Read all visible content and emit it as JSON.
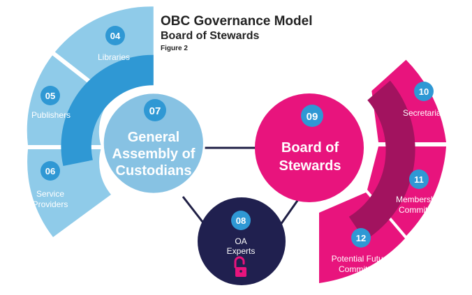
{
  "header": {
    "title": "OBC Governance Model",
    "subtitle": "Board of Stewards",
    "figure_label": "Figure 2"
  },
  "colors": {
    "light_blue": "#8fcbe9",
    "mid_blue": "#2f98d4",
    "assembly_circle": "#87c2e3",
    "magenta": "#e8147d",
    "dark_magenta": "#a2135f",
    "navy": "#20204f",
    "connector": "#1f1f45"
  },
  "nodes": {
    "libraries": {
      "number": "04",
      "label": "Libraries"
    },
    "publishers": {
      "number": "05",
      "label": "Publishers"
    },
    "service_providers": {
      "number": "06",
      "label_lines": [
        "Service",
        "Providers"
      ]
    },
    "general_assembly": {
      "number": "07",
      "label_lines": [
        "General",
        "Assembly of",
        "Custodians"
      ]
    },
    "oa_experts": {
      "number": "08",
      "label_lines": [
        "OA",
        "Experts"
      ],
      "icon": "open-padlock-icon"
    },
    "board": {
      "number": "09",
      "label_lines": [
        "Board of",
        "Stewards"
      ]
    },
    "secretariat": {
      "number": "10",
      "label": "Secretariat"
    },
    "membership": {
      "number": "11",
      "label_lines": [
        "Membership",
        "Committee"
      ]
    },
    "future": {
      "number": "12",
      "label_lines": [
        "Potential Future",
        "Committees"
      ]
    }
  }
}
